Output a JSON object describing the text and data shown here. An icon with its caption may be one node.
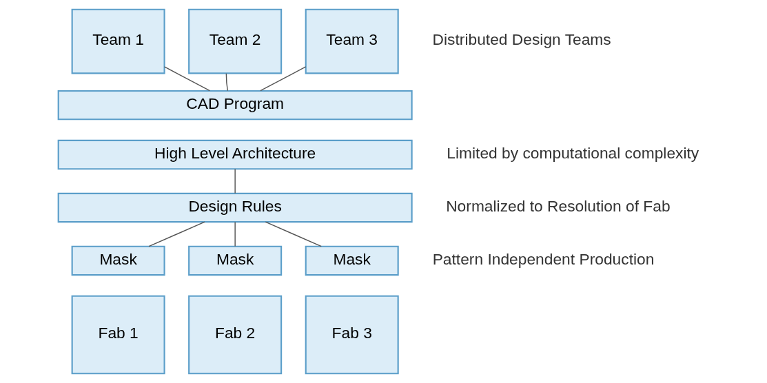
{
  "diagram": {
    "nodes": [
      {
        "text": [
          "Team 1"
        ]
      },
      {
        "text": [
          "Team 2"
        ]
      },
      {
        "text": [
          "Team 3"
        ]
      },
      {
        "text": [
          "CAD Program"
        ]
      },
      {
        "text": [
          "High Level Architecture"
        ]
      },
      {
        "text": [
          "Design Rules"
        ]
      },
      {
        "text": [
          "Mask"
        ]
      },
      {
        "text": [
          "Mask"
        ]
      },
      {
        "text": [
          "Mask"
        ]
      },
      {
        "text": [
          "Fab 1"
        ]
      },
      {
        "text": [
          "Fab 2"
        ]
      },
      {
        "text": [
          "Fab 3"
        ]
      }
    ],
    "edges": [
      {
        "from": 0,
        "to": 3,
        "arrow": "none"
      },
      {
        "from": 1,
        "to": 3,
        "arrow": "none"
      },
      {
        "from": 2,
        "to": 3,
        "arrow": "none"
      },
      {
        "from": 4,
        "to": 5,
        "arrow": "none"
      },
      {
        "from": 5,
        "to": 6,
        "arrow": "none"
      },
      {
        "from": 5,
        "to": 7,
        "arrow": "none"
      },
      {
        "from": 5,
        "to": 8,
        "arrow": "none"
      }
    ],
    "labels": [
      "Distributed Design Teams",
      "Limited by computational complexity",
      "Normalized to Resolution of Fab",
      "Pattern Independent Production"
    ]
  }
}
